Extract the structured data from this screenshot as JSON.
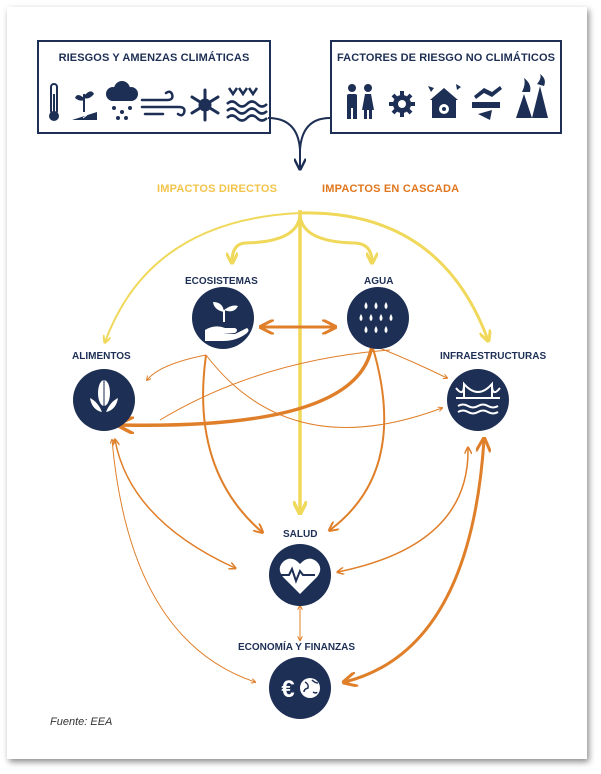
{
  "climate_box": {
    "title": "RIESGOS Y AMENZAS CLIMÁTICAS",
    "icons": [
      "thermometer-icon",
      "drought-plant-icon",
      "rain-cloud-icon",
      "wind-icon",
      "snowflake-icon",
      "flood-waves-icon"
    ]
  },
  "nonclimate_box": {
    "title": "FACTORES DE RIESGO NO CLIMÁTICOS",
    "icons": [
      "people-icon",
      "gear-icon",
      "damaged-building-icon",
      "economy-fall-icon",
      "wildfire-icon"
    ]
  },
  "streams": {
    "direct": "IMPACTOS DIRECTOS",
    "cascade": "IMPACTOS EN CASCADA"
  },
  "nodes": {
    "ecosistemas": "ECOSISTEMAS",
    "agua": "AGUA",
    "alimentos": "ALIMENTOS",
    "infraestructuras": "INFRAESTRUCTURAS",
    "salud": "SALUD",
    "economia": "ECONOMÍA Y FINANZAS"
  },
  "colors": {
    "navy": "#1d2f55",
    "yellow": "#f0d85a",
    "orange": "#e07f2a",
    "direct_text": "#f2c44a",
    "cascade_text": "#e0761e"
  },
  "source": "Fuente: EEA"
}
